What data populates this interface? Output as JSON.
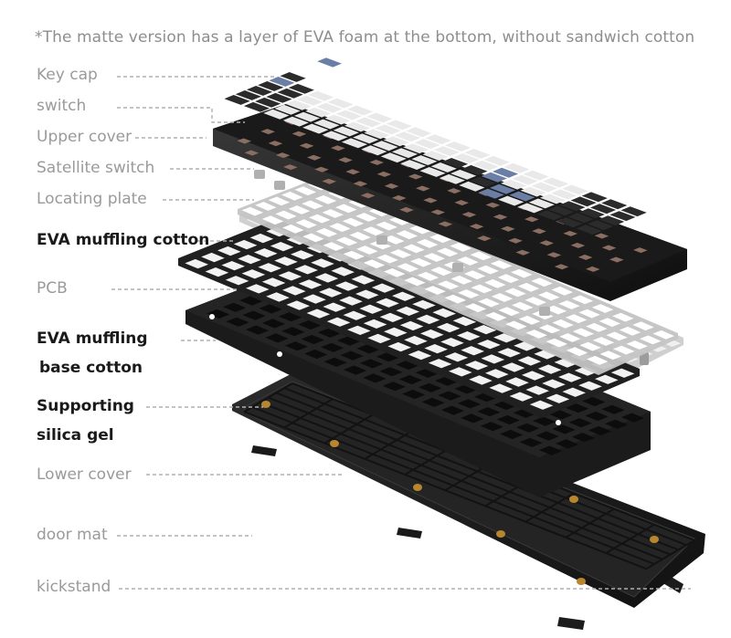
{
  "note": "*The matte version has a layer of EVA foam at the bottom, without sandwich cotton",
  "labels": {
    "key_cap": "Key cap",
    "switch": "switch",
    "upper_cover": "Upper cover",
    "satellite_switch": "Satellite switch",
    "locating_plate": "Locating plate",
    "eva_cotton": "EVA muffling cotton",
    "pcb": "PCB",
    "eva_base_line1": "EVA muffling",
    "eva_base_line2": "base cotton",
    "silica_line1": "Supporting",
    "silica_line2": "silica gel",
    "lower_cover": "Lower cover",
    "door_mat": "door mat",
    "kickstand": "kickstand"
  },
  "colors": {
    "keycap_white": "#e9e9e9",
    "keycap_black": "#2b2b2b",
    "keycap_blue": "#6b7fa6",
    "case_black": "#151515",
    "plate_grey": "#c9c9c9",
    "foam_black": "#1c1c1c",
    "silica_gold": "#b8862f"
  }
}
